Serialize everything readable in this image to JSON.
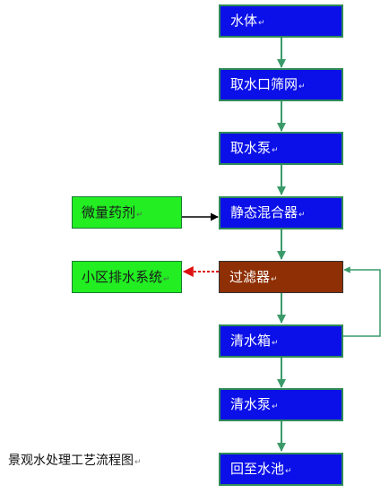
{
  "nodes": {
    "water_body": "水体",
    "intake_screen": "取水口筛网",
    "intake_pump": "取水泵",
    "static_mixer": "静态混合器",
    "filter": "过滤器",
    "clear_water_tank": "清水箱",
    "clear_water_pump": "清水泵",
    "back_to_pool": "回至水池",
    "trace_chemicals": "微量药剂",
    "community_drainage": "小区排水系统"
  },
  "caption": "景观水处理工艺流程图",
  "paragraph_mark": "↵",
  "colors": {
    "process_box": "#0b10e8",
    "side_box": "#22ee22",
    "filter_box": "#8f2f05",
    "flow_arrow": "#3a9a6a",
    "drain_arrow": "#dd1111"
  }
}
